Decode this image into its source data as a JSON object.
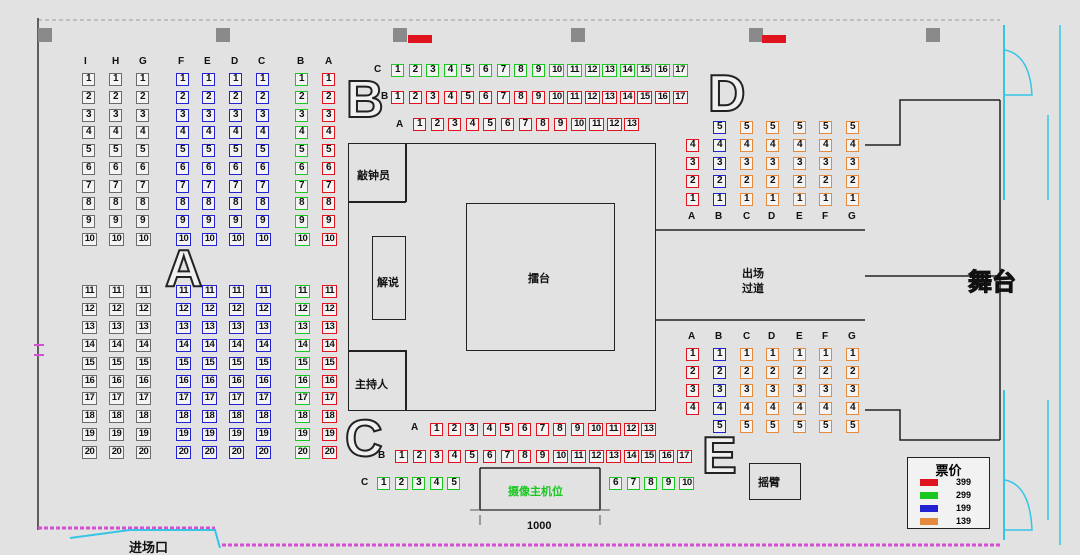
{
  "sections": {
    "A": "A",
    "B": "B",
    "C": "C",
    "D": "D",
    "E": "E"
  },
  "columns_left": [
    "I",
    "H",
    "G",
    "F",
    "E",
    "D",
    "C",
    "B",
    "A"
  ],
  "columns_right": [
    "A",
    "B",
    "C",
    "D",
    "E",
    "F",
    "G"
  ],
  "rows": {
    "B_C": "C",
    "B_B": "B",
    "B_A": "A",
    "C_A": "A",
    "C_B": "B",
    "C_C": "C"
  },
  "areas": {
    "bell_ringer": "敲钟员",
    "commentary": "解说",
    "ring": "擂台",
    "host": "主持人",
    "exit_passage": "出场\n过道",
    "stage": "舞台",
    "camera_host": "摄像主机位",
    "rocker_arm": "摇臂",
    "entrance": "进场口",
    "dimension": "1000"
  },
  "legend": {
    "title": "票价",
    "items": [
      {
        "price": "399",
        "color": "#e0141e"
      },
      {
        "price": "299",
        "color": "#19c81e"
      },
      {
        "price": "199",
        "color": "#2222d2"
      },
      {
        "price": "139",
        "color": "#e38a3d"
      }
    ]
  }
}
